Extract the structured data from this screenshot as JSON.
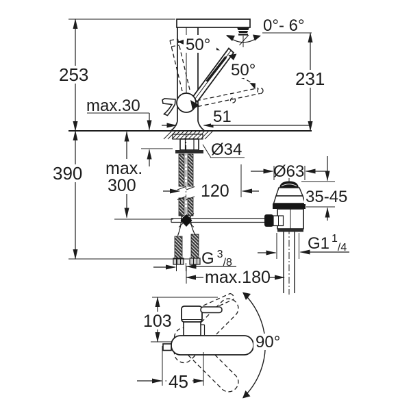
{
  "drawing": {
    "background": "#ffffff",
    "ink": "#1c1c1c",
    "kind": "technical dimension drawing"
  },
  "labels": {
    "d253": "253",
    "max30": "max.30",
    "angle_left": "50°",
    "angle_right": "50°",
    "tilt": "0°- 6°",
    "d231": "231",
    "d51": "51",
    "d34": "Ø34",
    "max300a": "max.",
    "max300b": "300",
    "d390": "390",
    "d120": "120",
    "d63": "Ø63",
    "d3545": "35-45",
    "g114": "G1",
    "g114sup": "1",
    "g114den": "/4",
    "g38": "G",
    "g38sup": "3",
    "g38den": "/8",
    "max180": "max.180",
    "d103": "103",
    "d90": "90°",
    "d45": "45"
  }
}
